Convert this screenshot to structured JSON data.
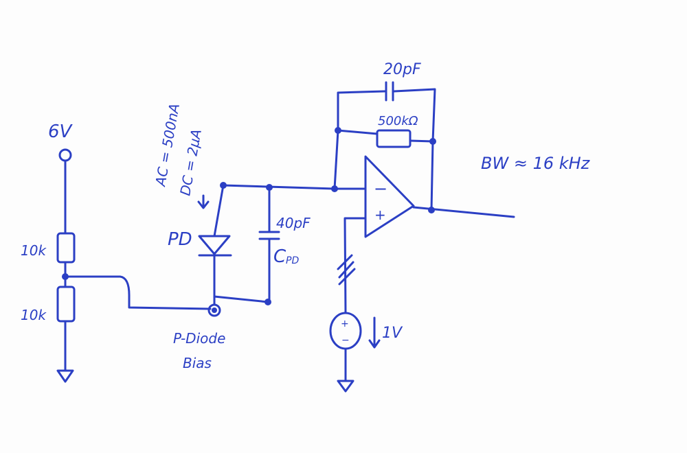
{
  "supply": {
    "label": "6V"
  },
  "divider": {
    "r_top": "10k",
    "r_bottom": "10k"
  },
  "photodiode": {
    "label": "PD",
    "ac_current": "AC = 500nA",
    "dc_current": "DC = 2μA",
    "bias_label_line1": "P-Diode",
    "bias_label_line2": "Bias"
  },
  "capacitance": {
    "value": "40pF",
    "name_main": "C",
    "name_sub": "PD"
  },
  "feedback": {
    "cap": "20pF",
    "resistor": "500kΩ"
  },
  "opamp": {
    "inv_sign": "−",
    "noninv_sign": "+"
  },
  "reference": {
    "voltage": "1V",
    "plus": "+",
    "minus": "−"
  },
  "bandwidth": {
    "label": "BW ≈ 16 kHz"
  },
  "colors": {
    "ink": "#2b3fc4",
    "paper": "#fdfdfd"
  }
}
